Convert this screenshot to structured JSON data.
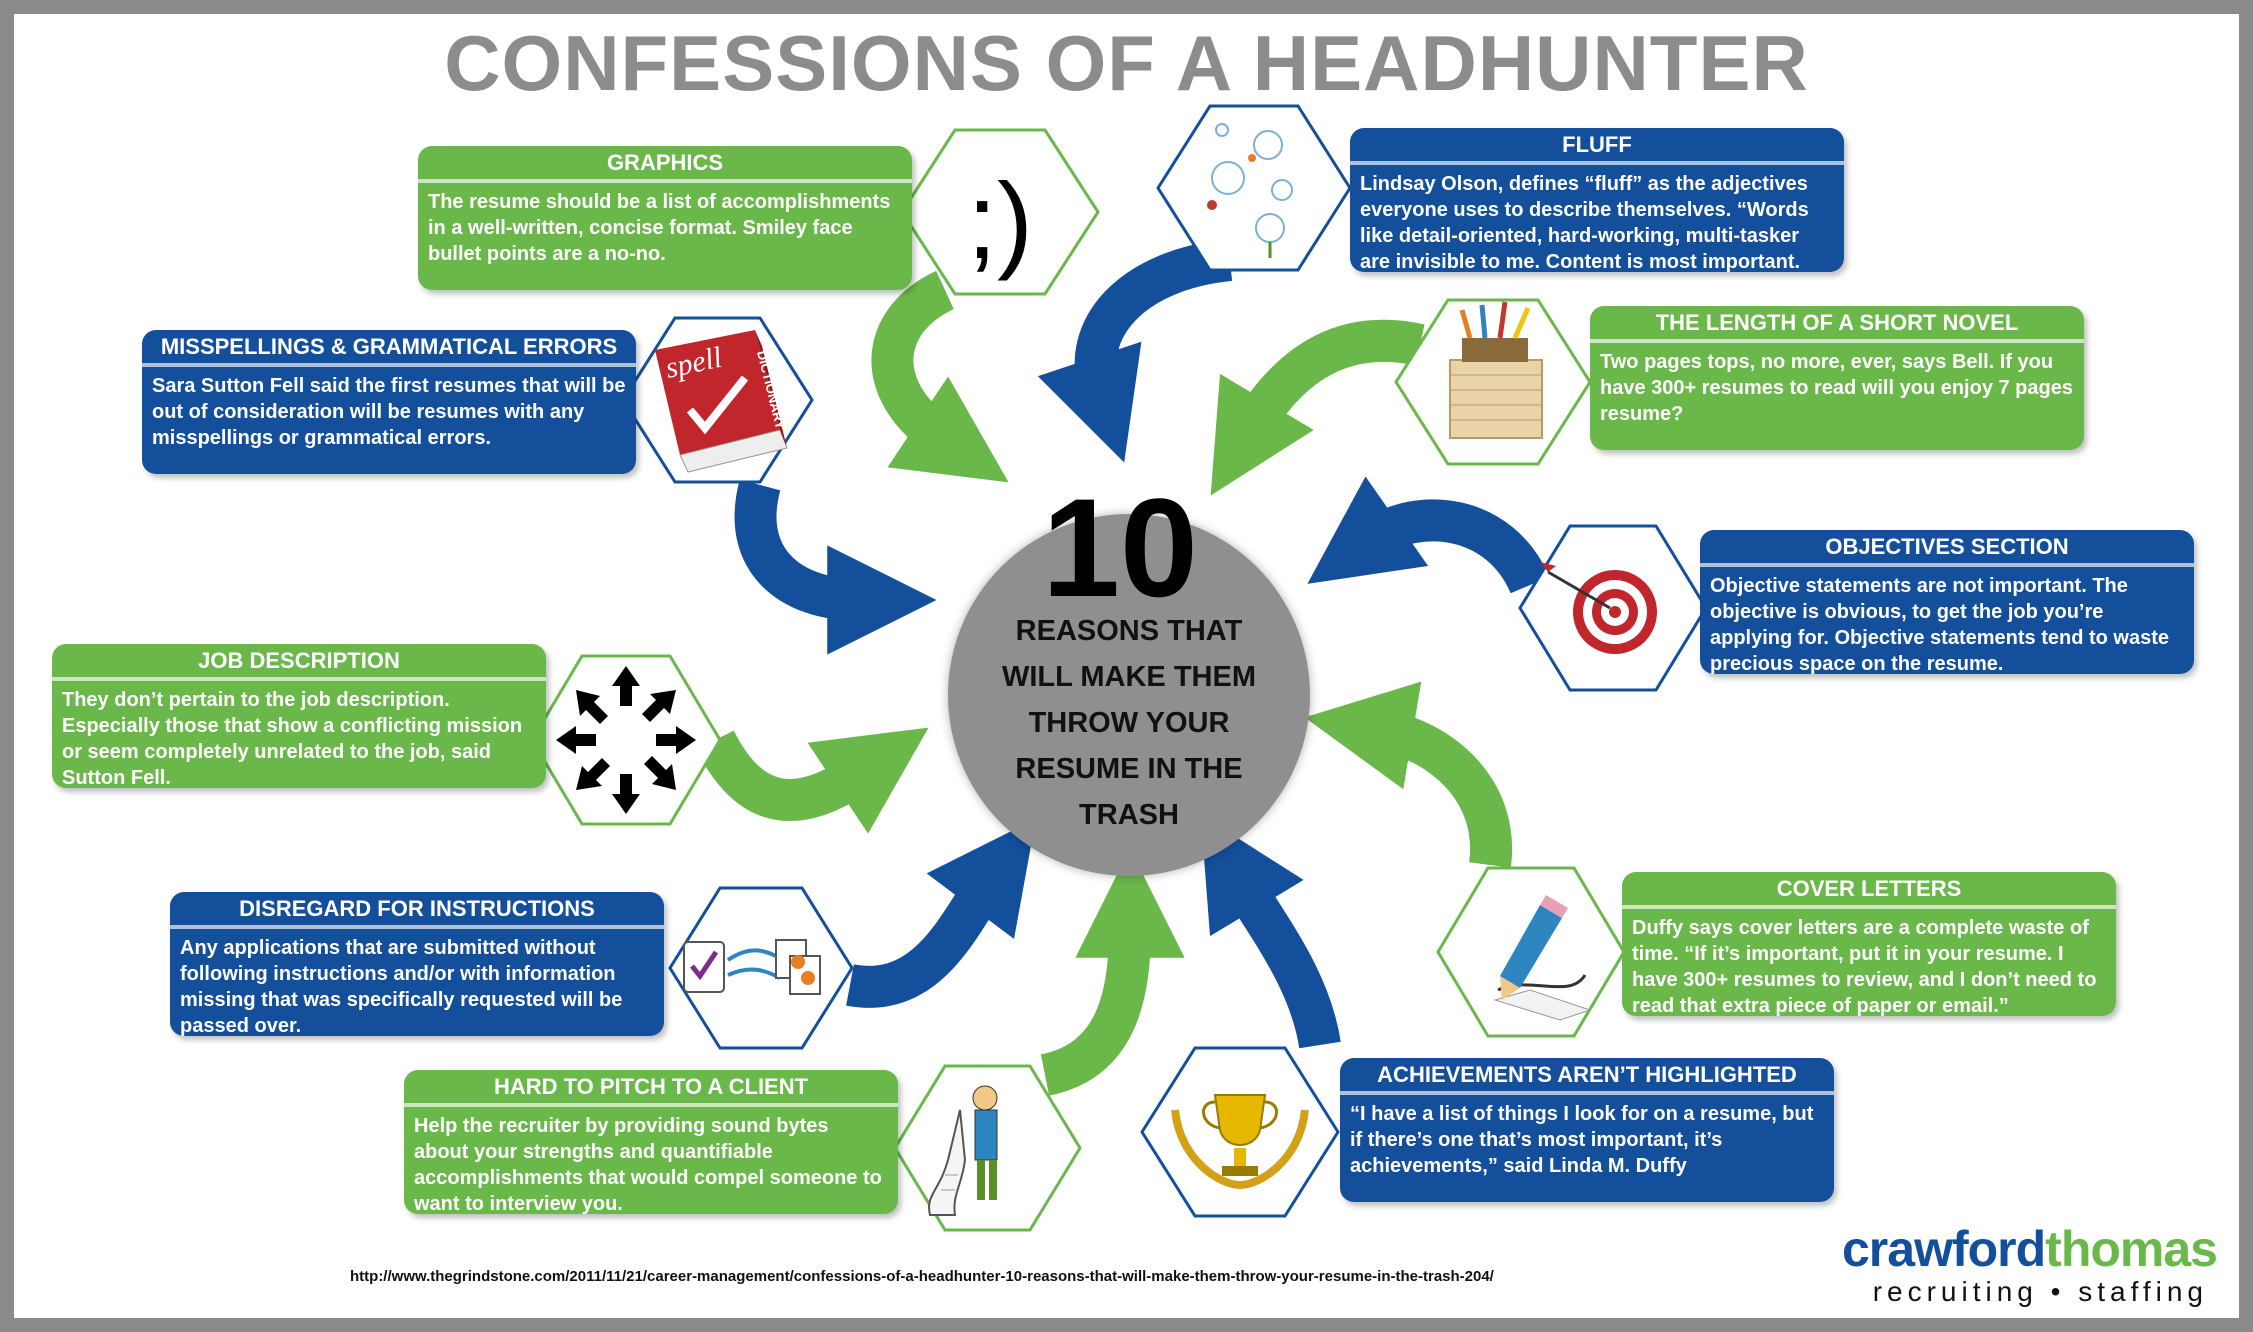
{
  "title": "CONFESSIONS OF A HEADHUNTER",
  "center": {
    "number": "10",
    "lines": [
      "REASONS THAT",
      "WILL MAKE THEM",
      "THROW YOUR",
      "RESUME IN THE",
      "TRASH"
    ]
  },
  "cards": {
    "graphics": {
      "title": "GRAPHICS",
      "text": "The resume should be a list of accomplishments in a well-written, concise format. Smiley face bullet points are a no-no."
    },
    "fluff": {
      "title": "FLUFF",
      "text": "Lindsay Olson, defines “fluff” as the adjectives everyone uses to describe themselves. “Words like detail-oriented, hard-working, multi-tasker are invisible to me. Content is most important."
    },
    "misspellings": {
      "title": "MISSPELLINGS & GRAMMATICAL ERRORS",
      "text": "Sara Sutton Fell said the first resumes that will be out of consideration will be resumes with any misspellings or grammatical errors."
    },
    "length": {
      "title": "THE LENGTH OF A SHORT NOVEL",
      "text": "Two pages tops, no more, ever, says Bell. If you have 300+ resumes to read will you enjoy 7 pages resume?"
    },
    "objectives": {
      "title": "OBJECTIVES SECTION",
      "text": "Objective statements are not important. The objective is obvious, to get the job you’re applying for. Objective statements tend to waste precious space on the resume."
    },
    "job": {
      "title": "JOB DESCRIPTION",
      "text": "They don’t pertain to the job description. Especially those that show a conflicting mission or seem completely unrelated to the job, said Sutton Fell."
    },
    "cover": {
      "title": "COVER LETTERS",
      "text": "Duffy says cover letters are a complete waste of time. “If it’s important, put it in your resume. I have 300+ resumes to review, and I don’t need to read that extra piece of paper or email.”"
    },
    "instructions": {
      "title": "DISREGARD FOR INSTRUCTIONS",
      "text": "Any applications that are submitted without following instructions and/or with information missing that was specifically requested will be passed over."
    },
    "pitch": {
      "title": "HARD TO PITCH TO A CLIENT",
      "text": "Help the recruiter by providing sound bytes about your strengths and quantifiable accomplishments that would compel someone to want to interview you."
    },
    "achievements": {
      "title": "ACHIEVEMENTS AREN’T HIGHLIGHTED",
      "text": "“I have a list of things I look for on a resume, but if there’s one that’s most important, it’s achievements,” said Linda M. Duffy"
    }
  },
  "icons": {
    "smiley": ";)",
    "spell_book": "spell",
    "spell_book_spine": "DICTIONARY"
  },
  "url": "http://www.thegrindstone.com/2011/11/21/career-management/confessions-of-a-headhunter-10-reasons-that-will-make-them-throw-your-resume-in-the-trash-204/",
  "logo": {
    "part1": "crawford",
    "part2": "thomas",
    "tagline": "recruiting • staffing"
  },
  "colors": {
    "green": "#6ab84a",
    "blue": "#134f9b",
    "gray": "#8f8f8f",
    "title_gray": "#8c8c8c"
  }
}
